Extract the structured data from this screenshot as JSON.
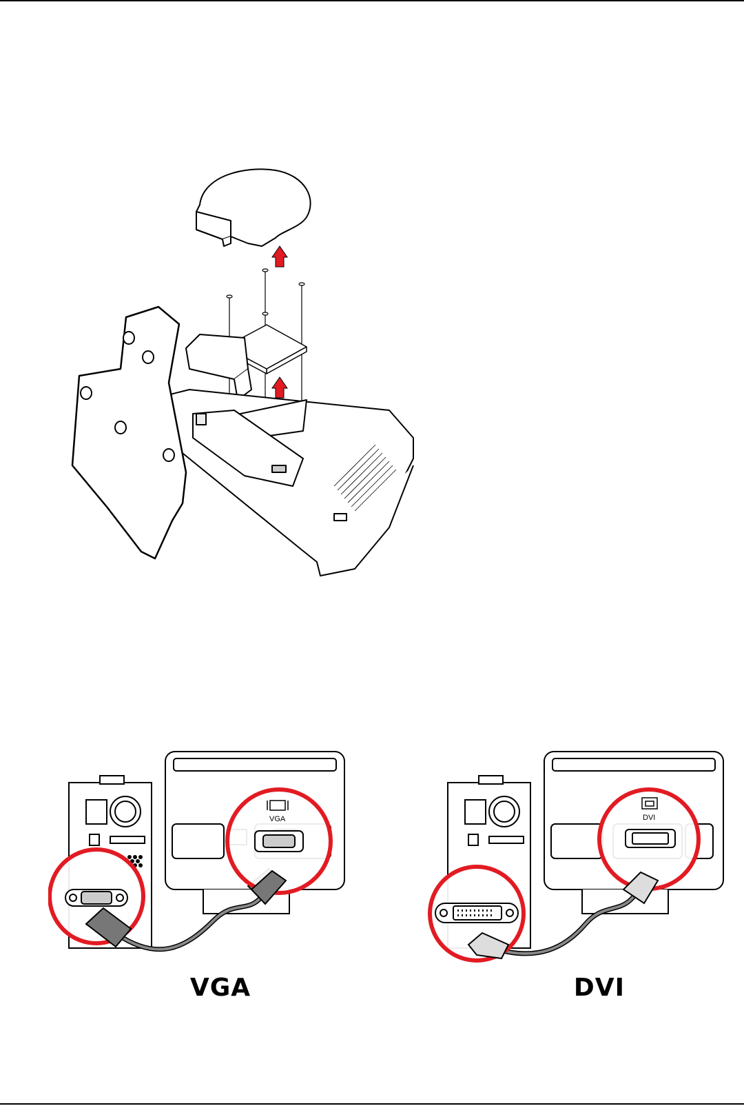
{
  "page": {
    "top_rule": true,
    "bottom_rule": true
  },
  "figures": {
    "mount": {
      "description_icon": "monitor-base-removal",
      "arrow_color": "#e21b23"
    },
    "connections": [
      {
        "caption": "VGA",
        "port_label": "VGA",
        "circle_color": "#e21b23"
      },
      {
        "caption": "DVI",
        "port_label": "DVI",
        "circle_color": "#e21b23"
      }
    ]
  }
}
